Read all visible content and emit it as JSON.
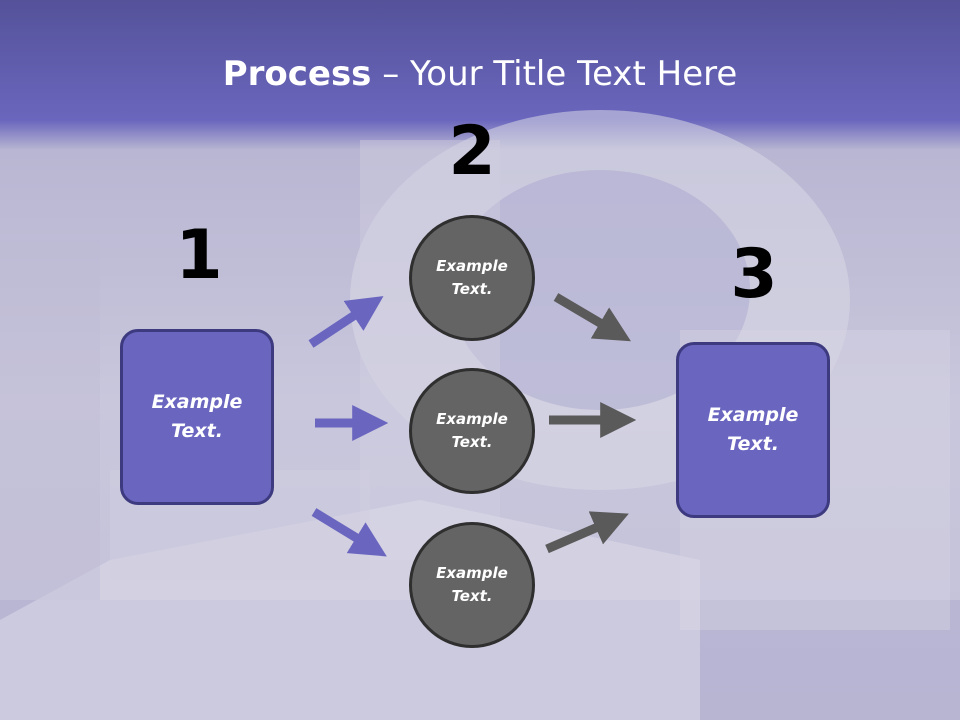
{
  "title": {
    "bold": "Process",
    "rest": " – Your Title Text Here"
  },
  "steps": {
    "one": {
      "number": "1",
      "label_line1": "Example",
      "label_line2": "Text."
    },
    "two": {
      "number": "2"
    },
    "three": {
      "number": "3",
      "label_line1": "Example",
      "label_line2": "Text."
    }
  },
  "circles": [
    {
      "label_line1": "Example",
      "label_line2": "Text."
    },
    {
      "label_line1": "Example",
      "label_line2": "Text."
    },
    {
      "label_line1": "Example",
      "label_line2": "Text."
    }
  ],
  "colors": {
    "accent_purple": "#6a66c0",
    "circle_gray": "#646464",
    "arrow_gray": "#5a5a5a"
  }
}
